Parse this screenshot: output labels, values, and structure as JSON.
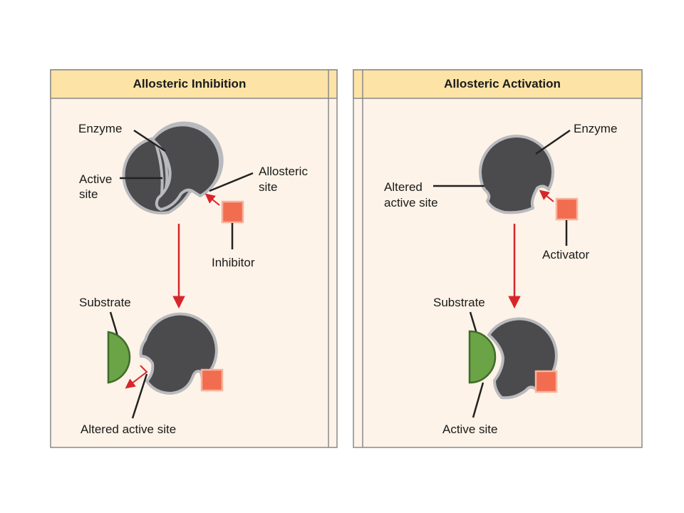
{
  "panels": {
    "inhibition": {
      "title": "Allosteric Inhibition",
      "labels": {
        "enzyme": "Enzyme",
        "active_site_1": "Active",
        "active_site_2": "site",
        "allosteric_1": "Allosteric",
        "allosteric_2": "site",
        "inhibitor": "Inhibitor",
        "substrate": "Substrate",
        "altered_active_site": "Altered active site"
      }
    },
    "activation": {
      "title": "Allosteric Activation",
      "labels": {
        "enzyme": "Enzyme",
        "altered_1": "Altered",
        "altered_2": "active site",
        "activator": "Activator",
        "substrate": "Substrate",
        "active_site": "Active site"
      }
    }
  },
  "colors": {
    "panel_fill": "#fdf3e8",
    "header_fill": "#fde3a5",
    "border": "#8a8a8a",
    "enzyme": "#4b4b4d",
    "enzyme_outline": "#b9babe",
    "effector": "#f26c4f",
    "substrate": "#6ba446",
    "arrow": "#d7262b"
  }
}
